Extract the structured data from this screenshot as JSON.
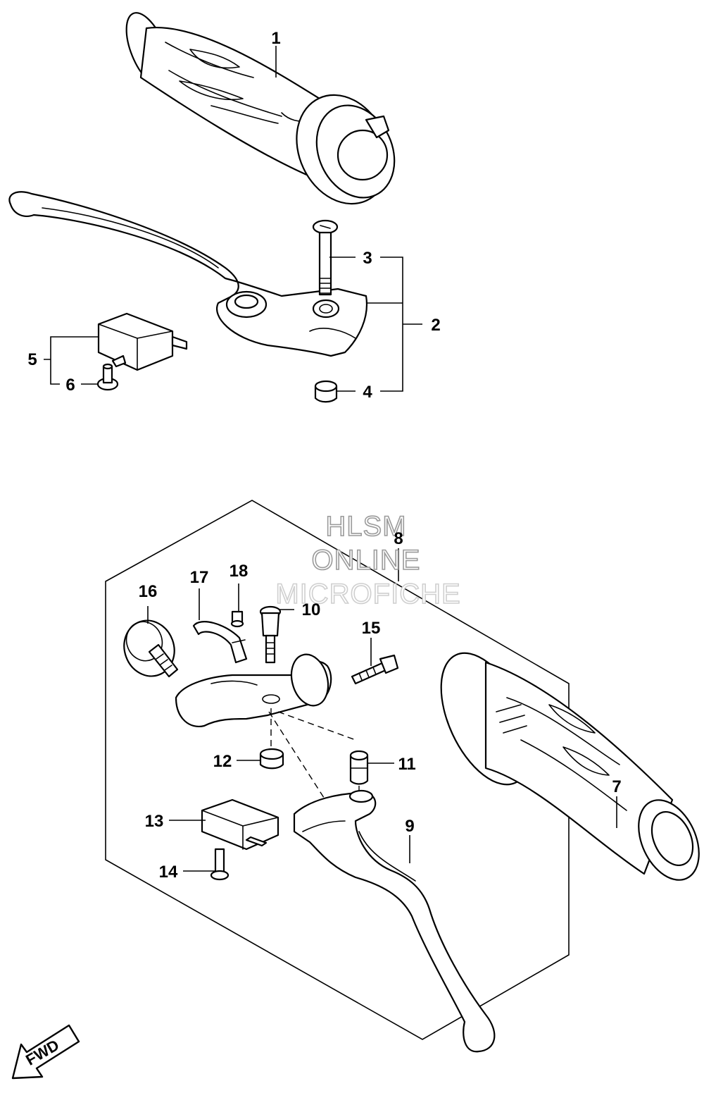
{
  "callouts": {
    "c1": "1",
    "c2": "2",
    "c3": "3",
    "c4": "4",
    "c5": "5",
    "c6": "6",
    "c7": "7",
    "c8": "8",
    "c9": "9",
    "c10": "10",
    "c11": "11",
    "c12": "12",
    "c13": "13",
    "c14": "14",
    "c15": "15",
    "c16": "16",
    "c17": "17",
    "c18": "18"
  },
  "watermark": {
    "line1": "HLSM",
    "line2": "ONLINE",
    "line3": "MICROFICHE"
  },
  "direction_label": "FWD"
}
